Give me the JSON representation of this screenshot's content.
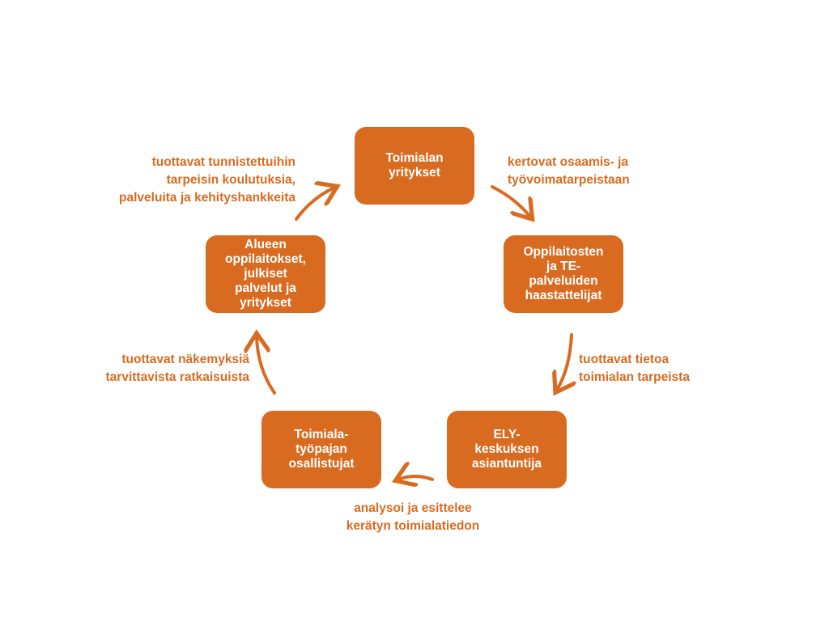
{
  "colors": {
    "accent": "#D96B20"
  },
  "nodes": [
    {
      "label": "Toimialan\nyritykset"
    },
    {
      "label": "Oppilaitosten\nja TE-\npalveluiden\nhaastattelijat"
    },
    {
      "label": "ELY-\nkeskuksen\nasiantuntija"
    },
    {
      "label": "Toimiala-\ntyöpajan\nosallistujat"
    },
    {
      "label": "Alueen\noppilaitokset,\njulkiset\npalvelut ja\nyritykset"
    }
  ],
  "edges": [
    {
      "label": "kertovat osaamis- ja\ntyövoimatarpeistaan"
    },
    {
      "label": "tuottavat tietoa\ntoimialan tarpeista"
    },
    {
      "label": "analysoi ja esittelee\nkerätyn toimialatiedon"
    },
    {
      "label": "tuottavat näkemyksiä\ntarvittavista ratkaisuista"
    },
    {
      "label": "tuottavat tunnistettuihin\ntarpeisin koulutuksia,\npalveluita ja kehityshankkeita"
    }
  ]
}
